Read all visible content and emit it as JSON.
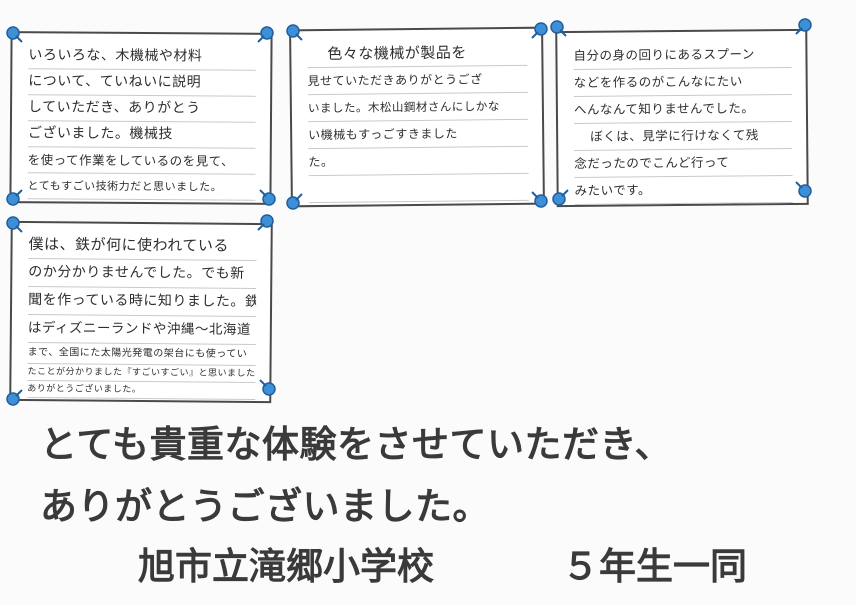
{
  "cards": [
    {
      "lines": [
        "いろいろな、木機械や材料",
        "について、ていねいに説明",
        "していただき、ありがとう",
        "ございました。機械技",
        "を使って作業をしているのを見て、",
        "とてもすごい技術力だと思いました。"
      ]
    },
    {
      "lines": [
        "色々な機械が製品を",
        "見せていただきありがとうござ",
        "いました。木松山鋼材さんにしかな",
        "い機械もすっごすきました",
        "た。"
      ]
    },
    {
      "lines": [
        "自分の身の回りにあるスプーン",
        "などを作るのがこんなにたい",
        "へんなんて知りませんでした。",
        "ぼくは、見学に行けなくて残",
        "念だったのでこんど行って",
        "みたいです。"
      ]
    },
    {
      "lines": [
        "僕は、鉄が何に使われている",
        "のか分かりませんでした。でも新",
        "聞を作っている時に知りました。鉄",
        "はディズニーランドや沖縄～北海道",
        "まで、全国にた太陽光発電の架台にも使ってい",
        "たことが分かりました『すごいすごい』と思いました。",
        "ありがとうございました。"
      ]
    }
  ],
  "footer": {
    "line1": "とても貴重な体験をさせていただき、",
    "line2": "ありがとうございました。",
    "school": "旭市立滝郷小学校",
    "class": "５年生一同"
  },
  "colors": {
    "pin": "#3d8fd6",
    "pin_dark": "#1f5f9e",
    "card_border": "#4a4a4a",
    "footer_text": "#3a3a3a"
  },
  "icons": {
    "pin": "push-pin-icon"
  }
}
